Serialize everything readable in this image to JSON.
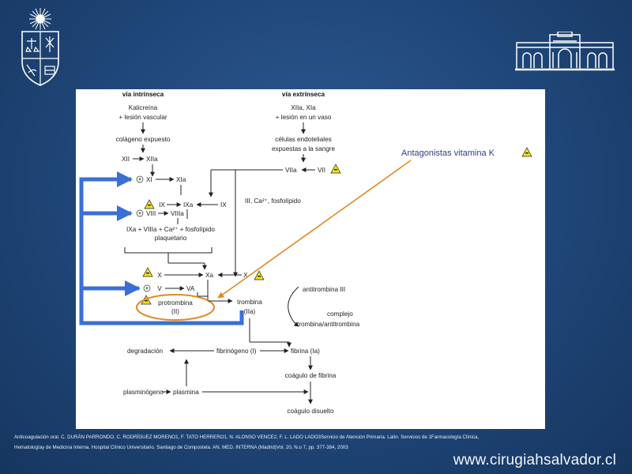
{
  "header": {
    "left_logo": "university-crest-icon",
    "right_logo": "building-facade-icon"
  },
  "diagram": {
    "via_intrinseca": "vía intrínseca",
    "via_extrinseca": "vía extrínseca",
    "kalicreina": "Kalicreína",
    "lesion_vascular": "+ lesión vascular",
    "colageno": "colágeno expuesto",
    "xiia_xia": "XIIa, XIa",
    "lesion_vaso": "+ lesión en un vaso",
    "celulas": "células endoteliales",
    "expuestas": "expuestas a la sangre",
    "xii": "XII",
    "xiia": "XIIa",
    "xi": "XI",
    "xia": "XIa",
    "ix_left": "IX",
    "ixa": "IXa",
    "ix_right": "IX",
    "viia": "VIIa",
    "vii": "VII",
    "iii_ca": "III, Ca²⁺, fosfolípido",
    "viii": "VIII",
    "viiia": "VIIIa",
    "complex1": "IXa + VIIIa + Ca²⁺ + fosfolípido",
    "complex2": "plaquetario",
    "x_left": "X",
    "xa": "Xa",
    "x_right": "X",
    "v": "V",
    "va": "VA",
    "protrombina": "protrombina",
    "ii": "(II)",
    "trombina": "trombina",
    "iia": "(IIa)",
    "antitrombina": "antitrombina III",
    "complejo": "complejo",
    "trombina_anti": "trombina/antitrombina",
    "degradacion": "degradación",
    "fibrinogeno": "fibrinógeno (I)",
    "fibrina": "fibrina (Ia)",
    "coagulo_fibrina": "coágulo de fibrina",
    "plasminogeno": "plasminógeno",
    "plasmina": "plasmina",
    "coagulo_disuelto": "coágulo disuelto",
    "antagonistas": "Antagonistas vitamina K",
    "plus": "+",
    "minus": "−"
  },
  "colors": {
    "blue_arrow": "#3a6fd6",
    "orange": "#e08a1e",
    "warning_fill": "#f2e21a"
  },
  "footer": {
    "citation_line1": "Anticoagulación oral. C. DURÁN PARRONDO, C. RODRÍGUEZ MORENO1, F. TATO HERRERO1, N. ALONSO VENCE2, F. L. LADO LADO3Servicio de Atención Primaria. Lalín. Servicios de 1Farmacología Clínica,",
    "citation_line2": "Hematologíay de Medicina Interna. Hospital Clínico Universitario. Santiago de Compostela. AN. MED. INTERNA (Madrid)Vol. 20, N.o 7, pp. 377-384, 2003",
    "website": "www.cirugiahsalvador.cl"
  }
}
